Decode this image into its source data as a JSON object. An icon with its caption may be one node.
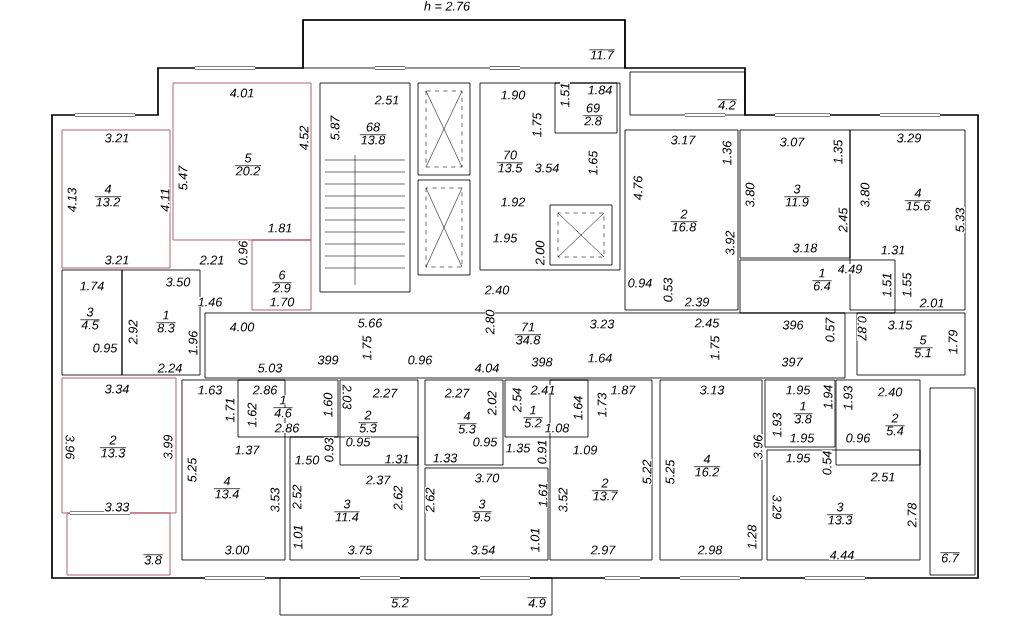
{
  "diagram": {
    "labels": [
      "h = 2.76",
      "11.7",
      "4.01",
      "2.51",
      "1.90",
      "1.51",
      "1.84",
      "69",
      "4.2",
      "2.8",
      "5.87",
      "68",
      "13.8",
      "1.75",
      "3.21",
      "4.52",
      "3.17",
      "3.07",
      "3.29",
      "1.36",
      "1.35",
      "5",
      "20.2",
      "70",
      "13.5",
      "3.54",
      "1.65",
      "5.47",
      "4.76",
      "3.80",
      "3",
      "11.9",
      "3.80",
      "4",
      "15.6",
      "4.13",
      "4",
      "13.2",
      "4.11",
      "1.92",
      "2",
      "16.8",
      "2.45",
      "5.33",
      "1.81",
      "1.95",
      "3.92",
      "3.18",
      "1.31",
      "0.96",
      "2.00",
      "3.21",
      "2.21",
      "1.74",
      "3.50",
      "6",
      "2.9",
      "2.40",
      "0.94",
      "0.53",
      "1",
      "4.49",
      "6.4",
      "1.51",
      "1.55",
      "1.46",
      "1.70",
      "2.39",
      "2.01",
      "3",
      "4.5",
      "0.95",
      "2.92",
      "1",
      "8.3",
      "1.96",
      "4.00",
      "1.75",
      "5.66",
      "2.80",
      "71",
      "34.8",
      "3.23",
      "2.45",
      "1.75",
      "396",
      "0.57",
      "0.87",
      "3.15",
      "5",
      "5.1",
      "1.79",
      "399",
      "0.96",
      "398",
      "1.64",
      "397",
      "2.24",
      "5.03",
      "4.04",
      "3.34",
      "1.63",
      "2.86",
      "2.27",
      "2.27",
      "2.41",
      "1.87",
      "3.13",
      "1.95",
      "2.40",
      "1.71",
      "1.62",
      "1",
      "4.6",
      "2.86",
      "1.60",
      "2.03",
      "2",
      "5.3",
      "4",
      "5.3",
      "2.02",
      "2.54",
      "1",
      "5.2",
      "1.08",
      "1.64",
      "1.73",
      "1.93",
      "1",
      "3.8",
      "1.94",
      "1.93",
      "2",
      "5.4",
      "3.96",
      "2",
      "13.3",
      "3.99",
      "1.37",
      "1.50",
      "0.93",
      "0.95",
      "1.31",
      "1.33",
      "0.95",
      "1.35",
      "0.91",
      "1.09",
      "4",
      "3.96",
      "1.95",
      "1.95",
      "0.54",
      "0.96",
      "5.25",
      "4",
      "2.37",
      "3.70",
      "2",
      "5.22",
      "5.25",
      "16.2",
      "2.51",
      "3.33",
      "13.4",
      "3.53",
      "2.52",
      "3",
      "11.4",
      "2.62",
      "2.62",
      "3",
      "9.5",
      "1.61",
      "3.52",
      "13.7",
      "3.29",
      "3",
      "13.3",
      "2.78",
      "1.01",
      "1.01",
      "1.28",
      "3.8",
      "3.00",
      "3.75",
      "3.54",
      "2.97",
      "2.98",
      "4.44",
      "6.7",
      "5.2",
      "4.9"
    ]
  }
}
